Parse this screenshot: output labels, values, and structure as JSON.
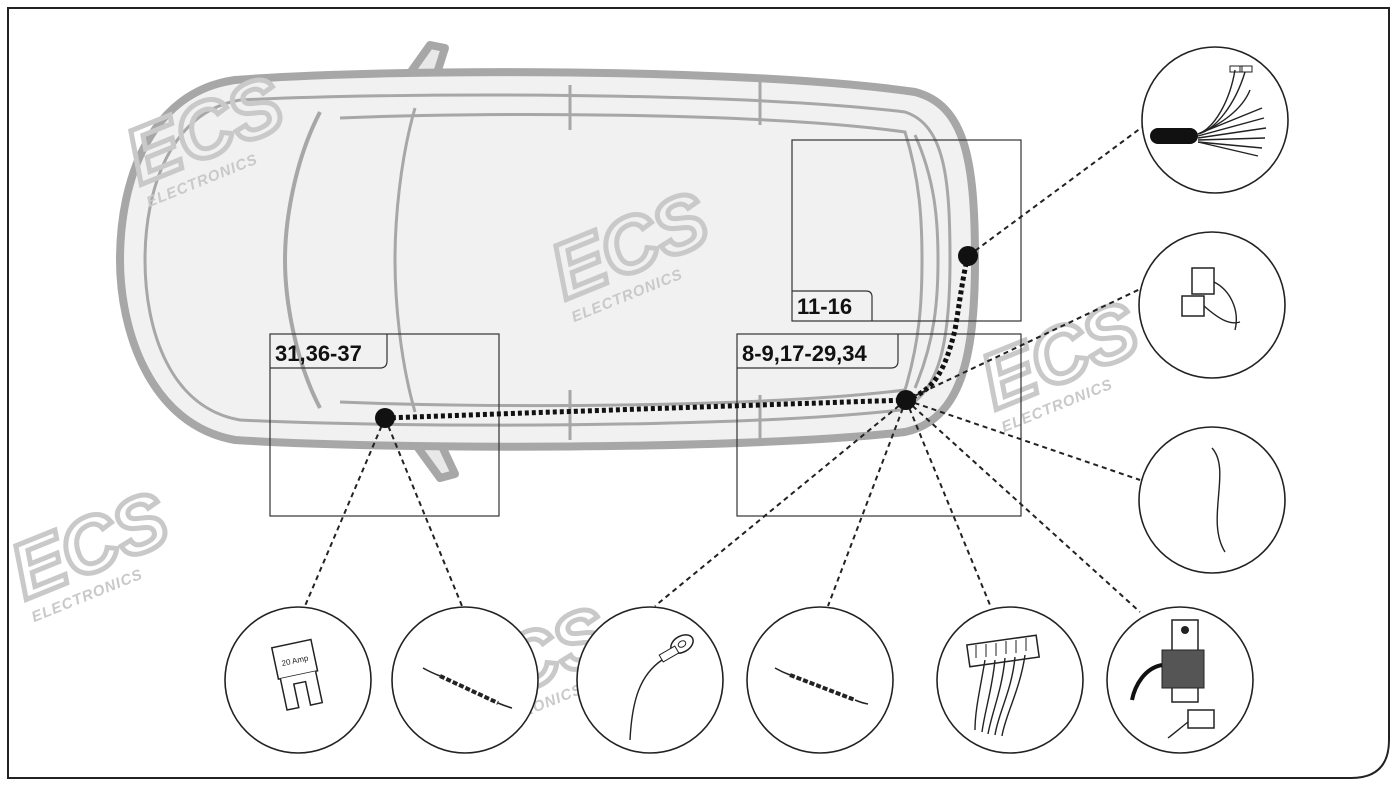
{
  "zones": [
    {
      "id": "z1",
      "label": "11-16"
    },
    {
      "id": "z2",
      "label": "31,36-37"
    },
    {
      "id": "z3",
      "label": "8-9,17-29,34"
    }
  ],
  "watermark": {
    "brand": "ECS",
    "tagline": "ELECTRONICS"
  },
  "components": {
    "fuse": {
      "rating": "20 Amp"
    }
  },
  "colors": {
    "car_outline": "#a7a7a7",
    "car_fill": "#f1f1f1",
    "ink": "#111111",
    "watermark": "#c9c9c9"
  }
}
